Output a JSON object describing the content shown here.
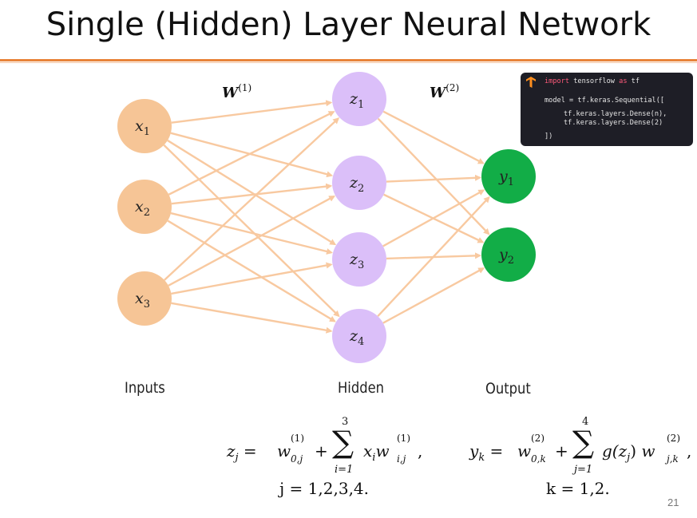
{
  "title": "Single (Hidden) Layer Neural Network",
  "weights": {
    "w1_base": "W",
    "w1_sup": "(1)",
    "w2_base": "W",
    "w2_sup": "(2)"
  },
  "nodes": {
    "inputs": [
      {
        "base": "x",
        "sub": "1"
      },
      {
        "base": "x",
        "sub": "2"
      },
      {
        "base": "x",
        "sub": "3"
      }
    ],
    "hidden": [
      {
        "base": "z",
        "sub": "1"
      },
      {
        "base": "z",
        "sub": "2"
      },
      {
        "base": "z",
        "sub": "3"
      },
      {
        "base": "z",
        "sub": "4"
      }
    ],
    "outputs": [
      {
        "base": "y",
        "sub": "1"
      },
      {
        "base": "y",
        "sub": "2"
      }
    ]
  },
  "columns": {
    "inputs": "Inputs",
    "hidden": "Hidden",
    "output": "Output"
  },
  "colors": {
    "input_node": "#f6c596",
    "hidden_node": "#dbbff9",
    "output_node": "#12ad47",
    "edge": "#f8c9a0",
    "rule": "#e8833a"
  },
  "code": {
    "line1_kw1": "import",
    "line1_mod": " tensorflow ",
    "line1_kw2": "as",
    "line1_alias": " tf",
    "line2": "model = tf.keras.Sequential([",
    "line3": "tf.keras.layers.Dense(n),",
    "line4": "tf.keras.layers.Dense(2)",
    "line5": "])"
  },
  "equations": {
    "eq1": {
      "lhs": "z",
      "lhs_sub": "j",
      "w0": "w",
      "w0_sup": "(1)",
      "w0_sub": "0,j",
      "plus": "+",
      "sum_top": "3",
      "sum_bottom": "i=1",
      "term_x": "x",
      "term_x_sub": "i",
      "term_w": "w",
      "term_w_sup": "(1)",
      "term_w_sub": "i,j",
      "trail": ",",
      "range": "j = 1,2,3,4."
    },
    "eq2": {
      "lhs": "y",
      "lhs_sub": "k",
      "w0": "w",
      "w0_sup": "(2)",
      "w0_sub": "0,k",
      "plus": "+",
      "sum_top": "4",
      "sum_bottom": "j=1",
      "term_g": "g(z",
      "term_g_sub": "j",
      "term_g_close": ")",
      "term_w": "w",
      "term_w_sup": "(2)",
      "term_w_sub": "j,k",
      "trail": ",",
      "range": "k = 1,2."
    }
  },
  "page_number": "21"
}
